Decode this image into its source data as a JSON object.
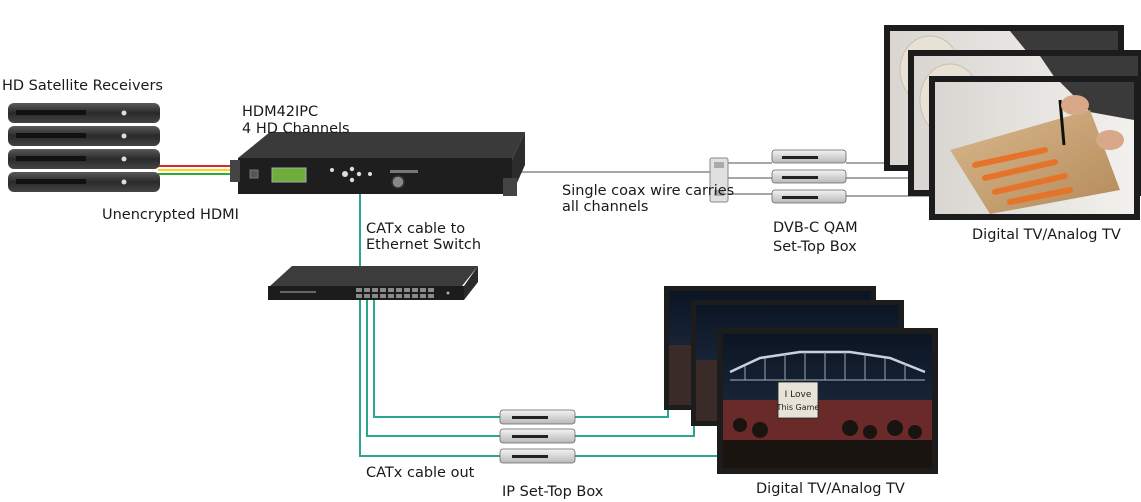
{
  "labels": {
    "receivers": "HD Satellite Receivers",
    "hdmi": "Unencrypted HDMI",
    "device_model": "HDM42IPC",
    "device_channels": "4 HD Channels",
    "catx_switch_1": "CATx cable to",
    "catx_switch_2": "Ethernet Switch",
    "coax_1": "Single coax wire carries",
    "coax_2": "all channels",
    "qam_1": "DVB-C QAM",
    "qam_2": "Set-Top Box",
    "tv_top": "Digital TV/Analog TV",
    "catx_out": "CATx cable out",
    "ip_stb": "IP Set-Top Box",
    "tv_bottom": "Digital TV/Analog TV",
    "sign_line1": "I Love",
    "sign_line2": "This Game"
  },
  "colors": {
    "hdmi_cables": [
      "#d62a2a",
      "#ffd21a",
      "#2eaa3c"
    ],
    "network_cable": "#2aa88f",
    "coax_cable": "#8a8a8a",
    "device_body": "#1e1e1e",
    "lcd": "#6fae3a"
  }
}
